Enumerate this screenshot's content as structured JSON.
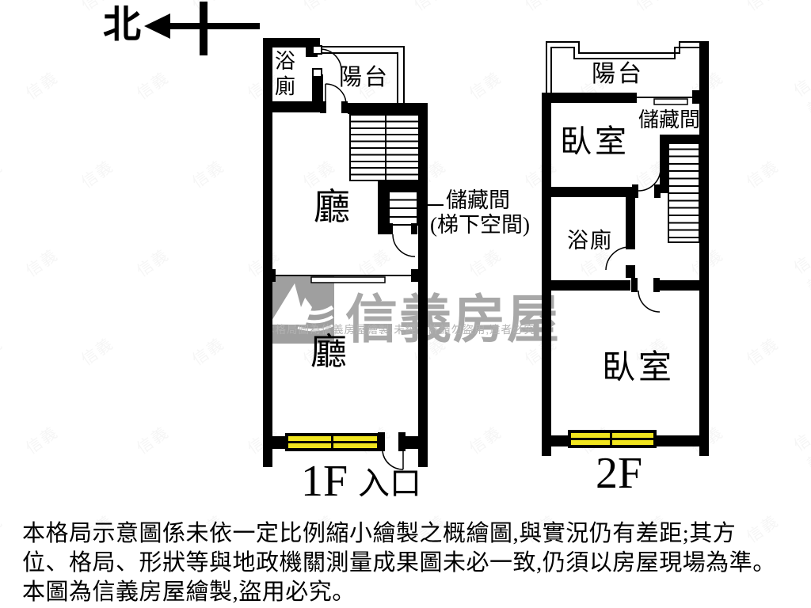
{
  "compass": {
    "north_label": "北"
  },
  "floor1": {
    "floor_label": "1F",
    "entrance_label": "入口",
    "bathroom_label": "浴廁",
    "balcony_label": "陽台",
    "hall_front_label": "廳",
    "hall_rear_label": "廳",
    "storage_label": "儲藏間",
    "storage_note": "(梯下空間)"
  },
  "floor2": {
    "floor_label": "2F",
    "balcony_label": "陽台",
    "bedroom_front_label": "臥室",
    "storage_label": "儲藏間",
    "bathroom_label": "浴廁",
    "bedroom_rear_label": "臥室"
  },
  "watermark": {
    "brand": "信義房屋",
    "notice": "本格局圖為信義房屋繪製,未經允許請勿盜用,違者必究",
    "tile": "信義",
    "brand_color": "#a8a8a8",
    "logo_bg": "#9f9f9f"
  },
  "disclaimer": {
    "line1": "本格局示意圖係未依一定比例縮小繪製之概繪圖,與實況仍有差距;其方",
    "line2": "位、格局、形狀等與地政機關測量成果圖未必一致,仍須以房屋現場為準。",
    "line3": "本圖為信義房屋繪製,盜用必究。"
  },
  "colors": {
    "wall": "#000000",
    "window_glass": "#f0e41e"
  }
}
